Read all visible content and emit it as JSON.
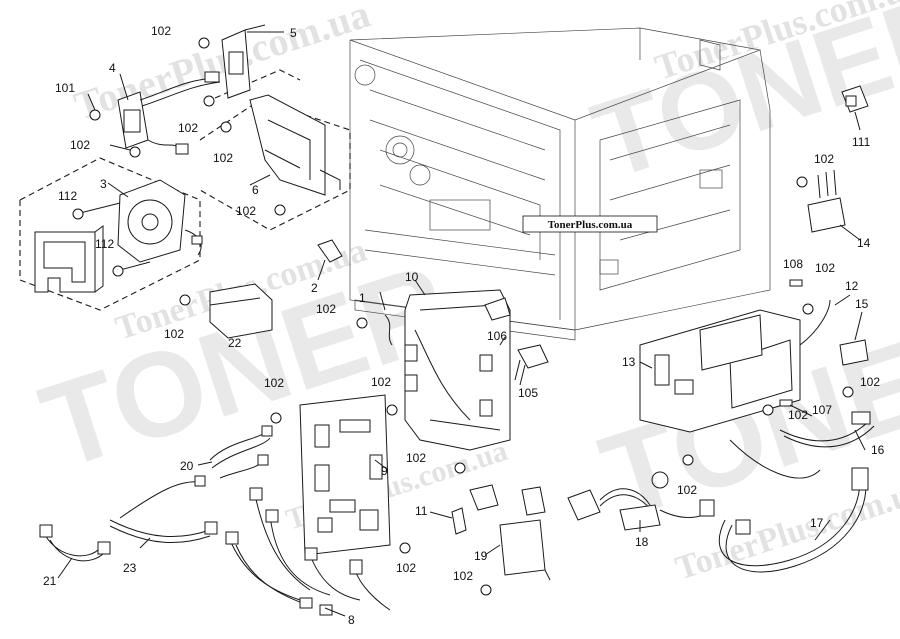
{
  "watermark": {
    "site_box": "TonerPlus.com.ua",
    "repeated": [
      "TonerPlus.com.ua",
      "TONER"
    ]
  },
  "labels": [
    {
      "id": "l-102-a",
      "text": "102"
    },
    {
      "id": "l-5",
      "text": "5"
    },
    {
      "id": "l-4",
      "text": "4"
    },
    {
      "id": "l-101",
      "text": "101"
    },
    {
      "id": "l-102-b",
      "text": "102"
    },
    {
      "id": "l-102-c",
      "text": "102"
    },
    {
      "id": "l-102-d",
      "text": "102"
    },
    {
      "id": "l-3",
      "text": "3"
    },
    {
      "id": "l-112-a",
      "text": "112"
    },
    {
      "id": "l-6",
      "text": "6"
    },
    {
      "id": "l-102-e",
      "text": "102"
    },
    {
      "id": "l-112-b",
      "text": "112"
    },
    {
      "id": "l-2",
      "text": "2"
    },
    {
      "id": "l-102-f",
      "text": "102"
    },
    {
      "id": "l-22",
      "text": "22"
    },
    {
      "id": "l-10",
      "text": "10"
    },
    {
      "id": "l-1",
      "text": "1"
    },
    {
      "id": "l-102-g",
      "text": "102"
    },
    {
      "id": "l-106",
      "text": "106"
    },
    {
      "id": "l-105",
      "text": "105"
    },
    {
      "id": "l-102-h",
      "text": "102"
    },
    {
      "id": "l-102-i",
      "text": "102"
    },
    {
      "id": "l-20",
      "text": "20"
    },
    {
      "id": "l-9",
      "text": "9"
    },
    {
      "id": "l-102-j",
      "text": "102"
    },
    {
      "id": "l-11",
      "text": "11"
    },
    {
      "id": "l-21",
      "text": "21"
    },
    {
      "id": "l-23",
      "text": "23"
    },
    {
      "id": "l-102-k",
      "text": "102"
    },
    {
      "id": "l-19",
      "text": "19"
    },
    {
      "id": "l-102-l",
      "text": "102"
    },
    {
      "id": "l-8",
      "text": "8"
    },
    {
      "id": "l-111",
      "text": "111"
    },
    {
      "id": "l-102-m",
      "text": "102"
    },
    {
      "id": "l-14",
      "text": "14"
    },
    {
      "id": "l-108",
      "text": "108"
    },
    {
      "id": "l-102-n",
      "text": "102"
    },
    {
      "id": "l-12",
      "text": "12"
    },
    {
      "id": "l-15",
      "text": "15"
    },
    {
      "id": "l-13",
      "text": "13"
    },
    {
      "id": "l-102-o",
      "text": "102"
    },
    {
      "id": "l-102-p",
      "text": "102"
    },
    {
      "id": "l-107",
      "text": "107"
    },
    {
      "id": "l-16",
      "text": "16"
    },
    {
      "id": "l-102-q",
      "text": "102"
    },
    {
      "id": "l-18",
      "text": "18"
    },
    {
      "id": "l-17",
      "text": "17"
    }
  ]
}
